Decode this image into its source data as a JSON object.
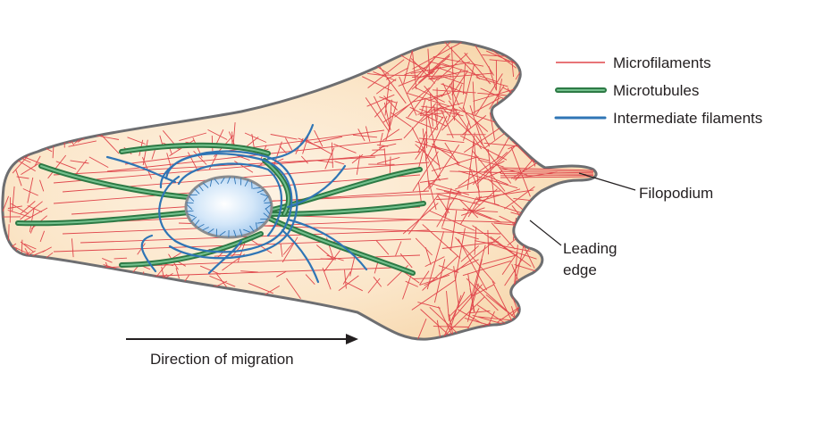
{
  "legend": {
    "items": [
      {
        "label": "Microfilaments",
        "color": "#e0474c",
        "style": "thin"
      },
      {
        "label": "Microtubules",
        "color": "#3a9a5b",
        "style": "double"
      },
      {
        "label": "Intermediate filaments",
        "color": "#2f75b5",
        "style": "solid"
      }
    ]
  },
  "callouts": {
    "filopodium": "Filopodium",
    "leading_edge_line1": "Leading",
    "leading_edge_line2": "edge"
  },
  "caption": "Direction of migration",
  "colors": {
    "cytoplasm": "#fbe3c3",
    "cell_outline": "#6d6e71",
    "nucleus": "#cfe3f7",
    "nucleus_outline": "#8a8c8f",
    "microfilament": "#e0474c",
    "microtubule": "#3a9a5b",
    "intermediate_filament": "#2f75b5"
  }
}
